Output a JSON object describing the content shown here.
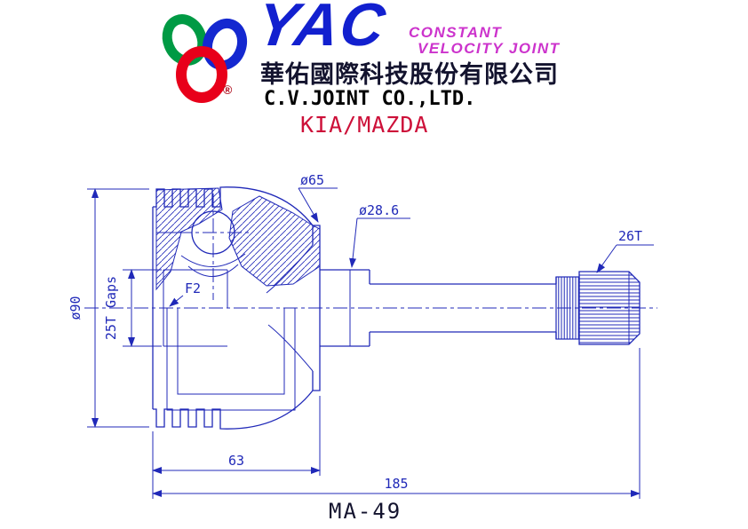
{
  "header": {
    "brand": "YAC",
    "tagline_line1": "CONSTANT",
    "tagline_line2": "VELOCITY JOINT",
    "registered_mark": "®",
    "company_cn": "華佑國際科技股份有限公司",
    "company_en": "C.V.JOINT CO.,LTD.",
    "application": "KIA/MAZDA"
  },
  "drawing": {
    "part_number": "MA-49",
    "labels": {
      "cup_opening_diameter": "ø65",
      "shaft_diameter": "ø28.6",
      "outboard_spline": "26T",
      "outer_diameter": "ø90",
      "inner_spline": "25T Gaps",
      "groove_code": "F2",
      "cup_length": "63",
      "overall_length": "185"
    }
  },
  "colors": {
    "line_blue": "#2029b8",
    "brand_blue": "#1220cf",
    "magenta": "#cc33cc",
    "red_text": "#cd1039",
    "dark_text": "#13132e",
    "logo_green": "#009a44",
    "logo_blue": "#1428d0",
    "logo_red": "#e8001a",
    "background": "#ffffff"
  }
}
